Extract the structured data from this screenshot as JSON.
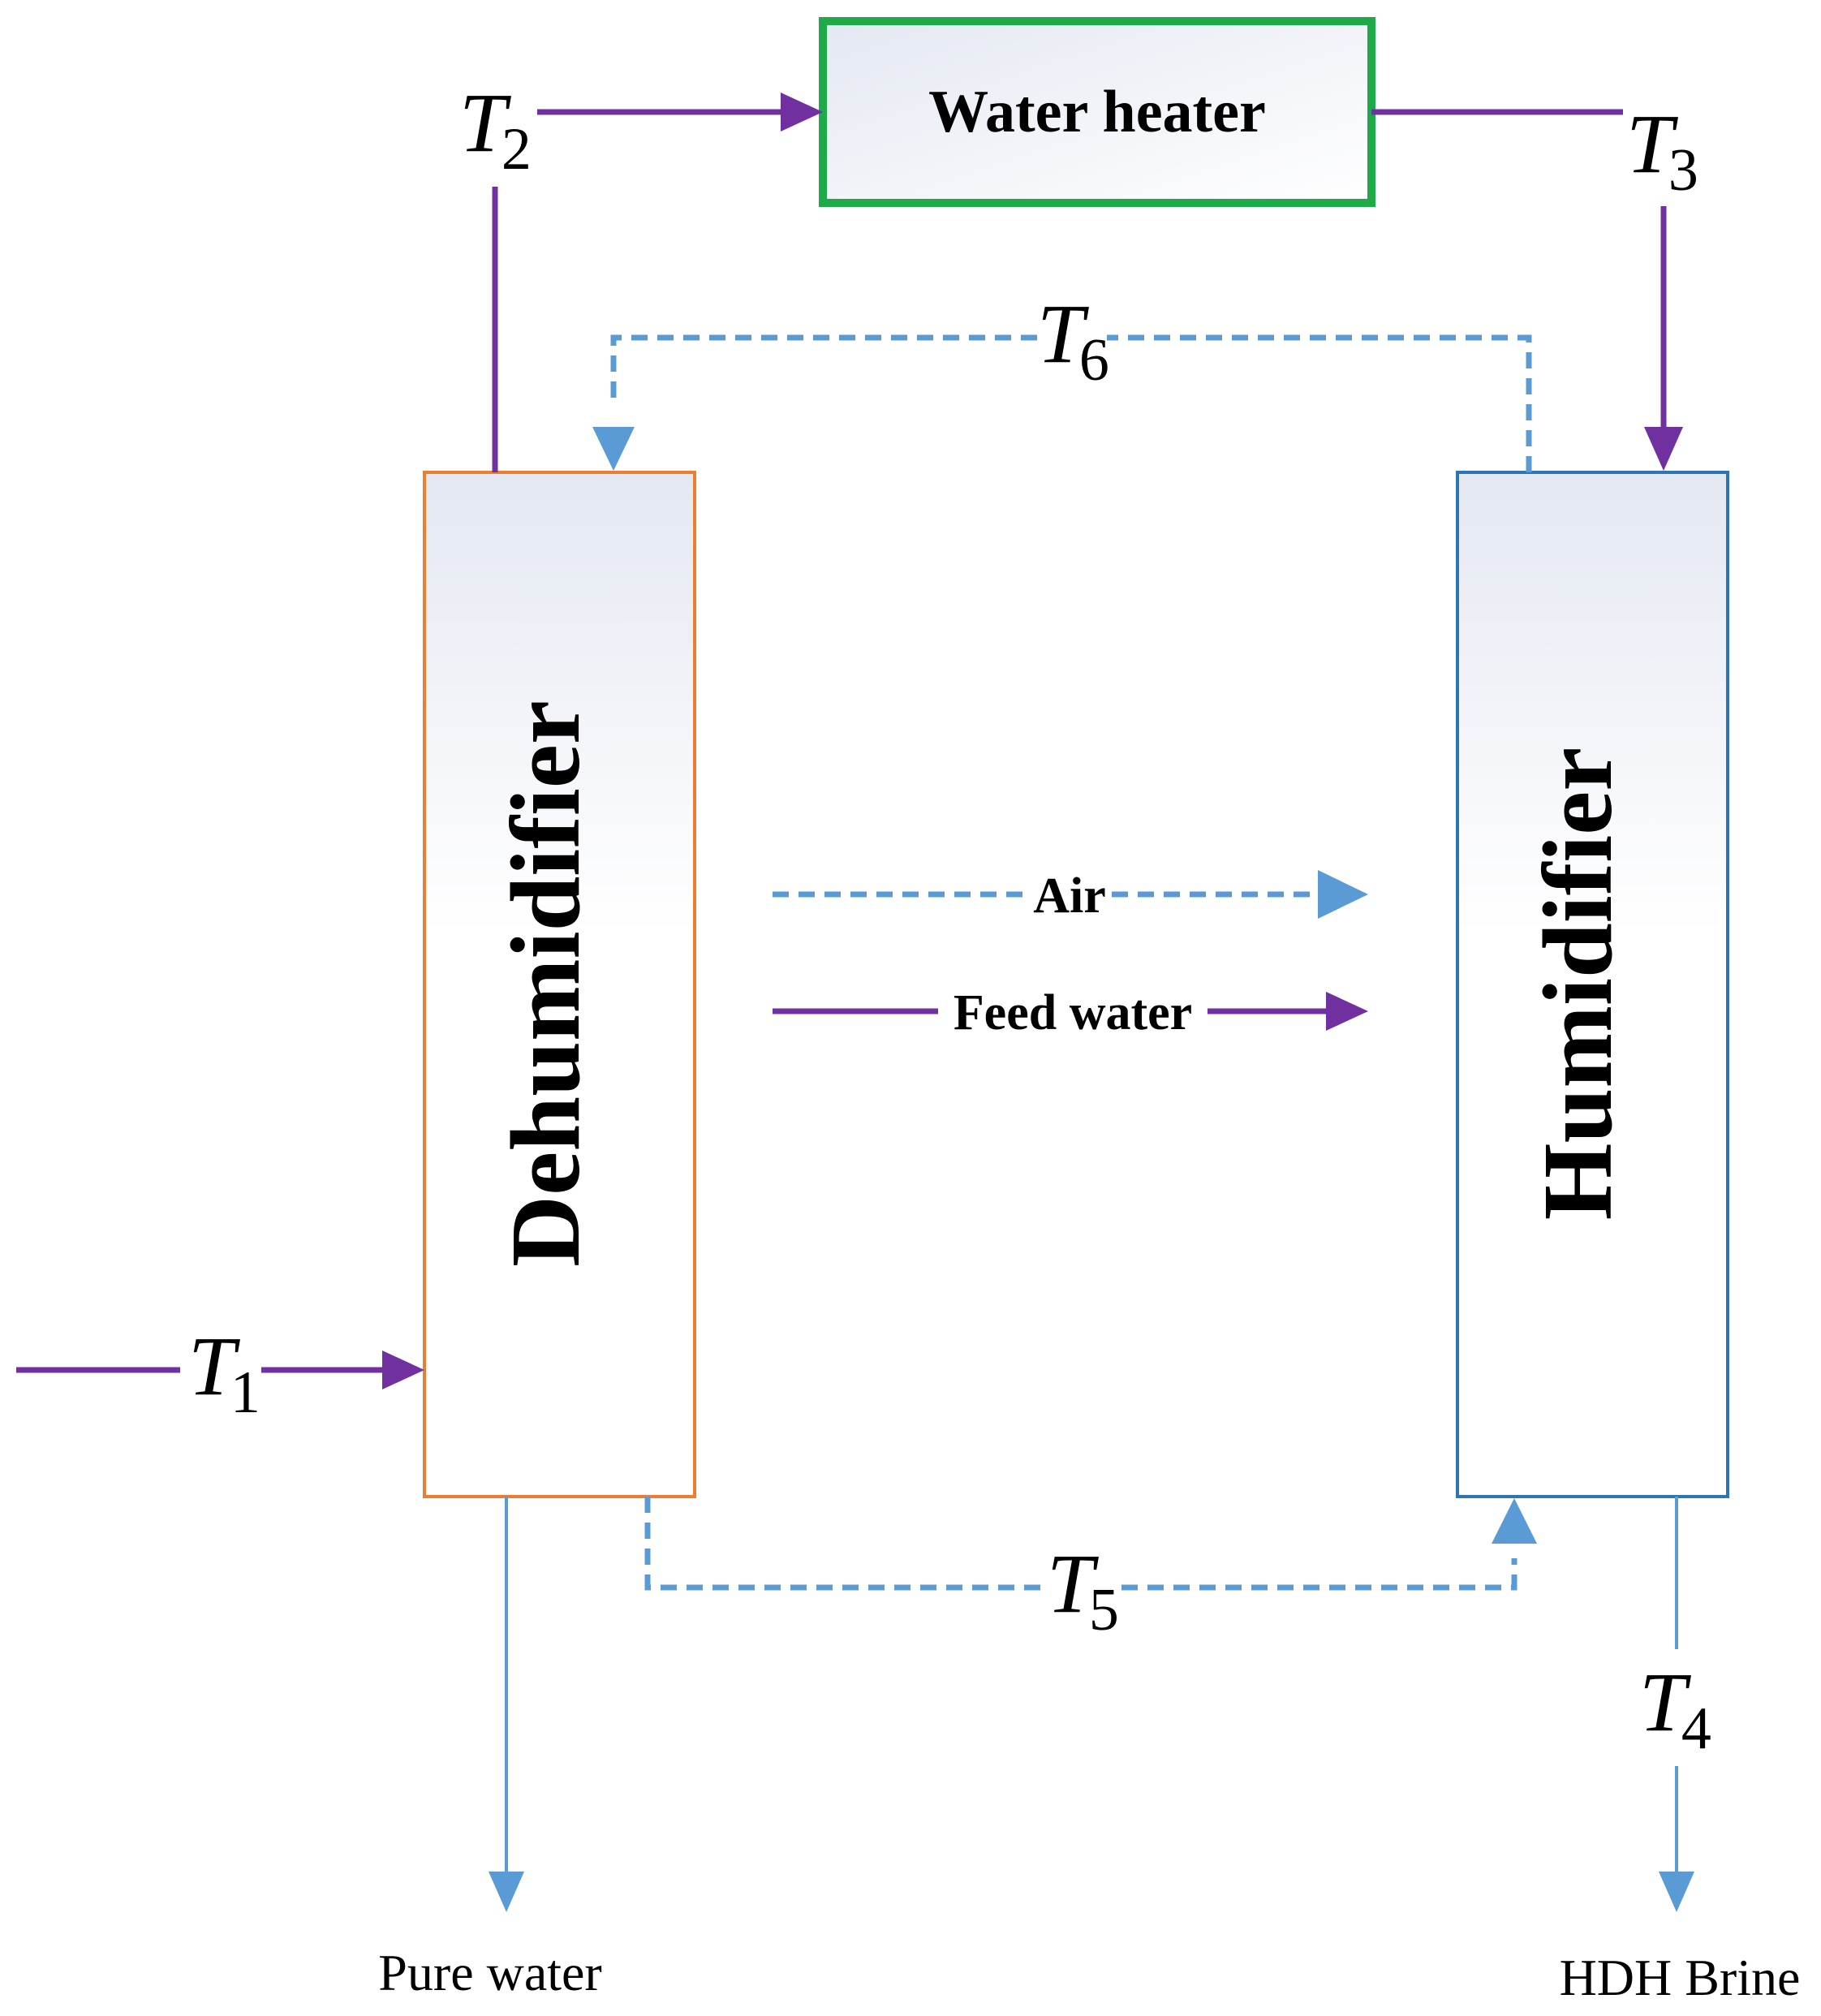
{
  "colors": {
    "water_line": "#7030a0",
    "air_line": "#5b9bd5",
    "heater_border": "#1faa4a",
    "dehumidifier_border": "#ed7d31",
    "humidifier_border": "#2e75b6",
    "box_fill_top": "#e4e8f2",
    "box_fill_bottom": "#ffffff"
  },
  "components": {
    "water_heater": "Water heater",
    "dehumidifier": "Dehumidifier",
    "humidifier": "Humidifier"
  },
  "states": {
    "t1": {
      "symbol": "T",
      "sub": "1"
    },
    "t2": {
      "symbol": "T",
      "sub": "2"
    },
    "t3": {
      "symbol": "T",
      "sub": "3"
    },
    "t4": {
      "symbol": "T",
      "sub": "4"
    },
    "t5": {
      "symbol": "T",
      "sub": "5"
    },
    "t6": {
      "symbol": "T",
      "sub": "6"
    }
  },
  "legend": {
    "air": "Air",
    "feed_water": "Feed water"
  },
  "outputs": {
    "pure_water": "Pure water",
    "brine": "HDH Brine"
  }
}
